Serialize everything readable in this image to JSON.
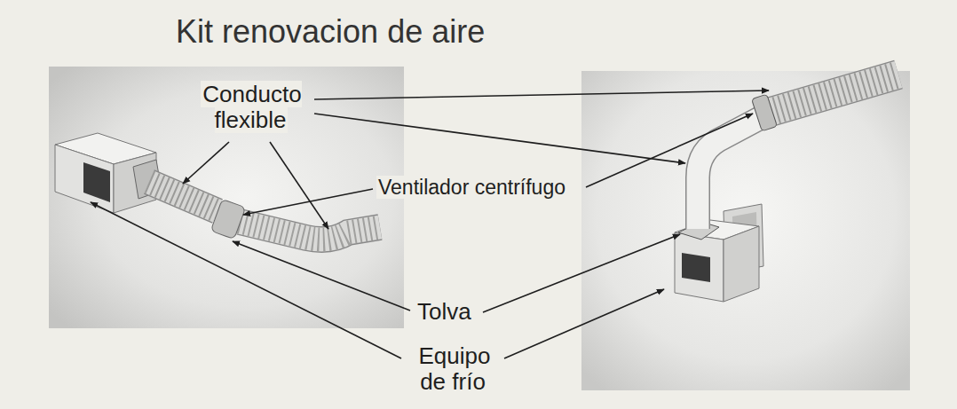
{
  "diagram": {
    "title": "Kit renovacion de aire",
    "labels": [
      "Conducto flexible",
      "Ventilador centrífugo",
      "Tolva",
      "Equipo de frío"
    ]
  }
}
